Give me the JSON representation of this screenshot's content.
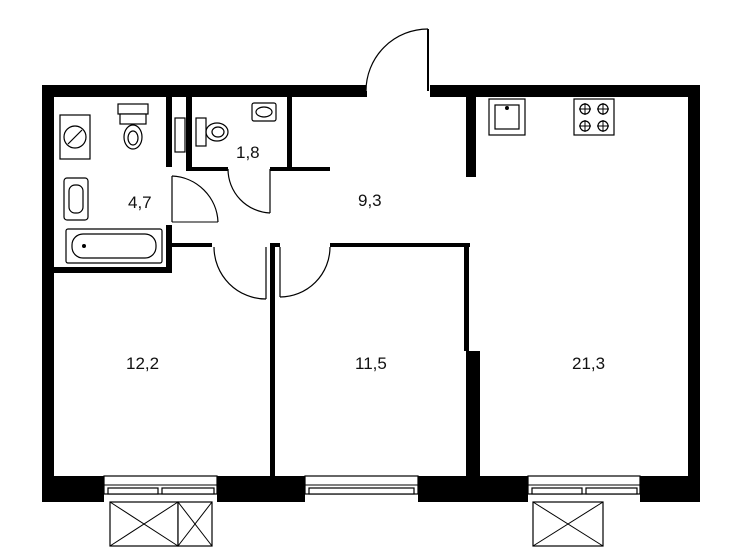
{
  "plan": {
    "colors": {
      "wall": "#000000",
      "background": "#ffffff",
      "text": "#111111"
    },
    "rooms": [
      {
        "id": "bathroom",
        "area": "4,7"
      },
      {
        "id": "toilet",
        "area": "1,8"
      },
      {
        "id": "hallway",
        "area": "9,3"
      },
      {
        "id": "bedroom-left",
        "area": "12,2"
      },
      {
        "id": "bedroom-middle",
        "area": "11,5"
      },
      {
        "id": "kitchen-living",
        "area": "21,3"
      }
    ],
    "icons": [
      "washing-machine-icon",
      "sink-icon",
      "toilet-icon",
      "bathtub-icon",
      "kitchen-sink-icon",
      "stove-icon",
      "door-swing-icon",
      "window-icon",
      "balcony-icon"
    ]
  }
}
